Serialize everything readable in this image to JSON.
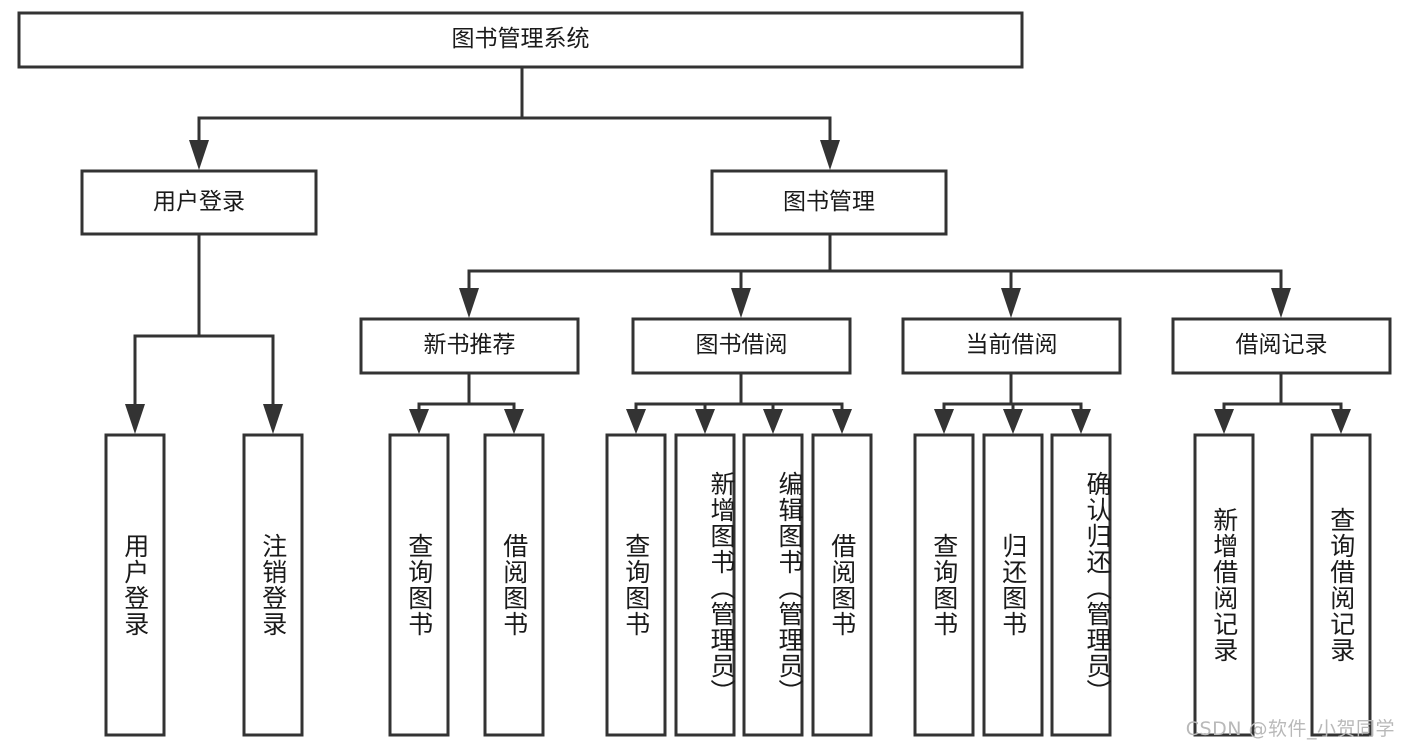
{
  "diagram": {
    "title": "图书管理系统",
    "watermark": "CSDN @软件_小贺同学",
    "accent_color": "#333333",
    "background_color": "#ffffff",
    "root": {
      "label": "图书管理系统"
    },
    "level2": [
      {
        "label": "用户登录"
      },
      {
        "label": "图书管理"
      }
    ],
    "level3": [
      {
        "label": "新书推荐"
      },
      {
        "label": "图书借阅"
      },
      {
        "label": "当前借阅"
      },
      {
        "label": "借阅记录"
      }
    ],
    "leaves": {
      "user_login": [
        {
          "label": "用户登录"
        },
        {
          "label": "注销登录"
        }
      ],
      "new_book_recommend": [
        {
          "label": "查询图书"
        },
        {
          "label": "借阅图书"
        }
      ],
      "book_borrow": [
        {
          "label": "查询图书"
        },
        {
          "label": "新增图书（管理员）"
        },
        {
          "label": "编辑图书（管理员）"
        },
        {
          "label": "借阅图书"
        }
      ],
      "current_borrow": [
        {
          "label": "查询图书"
        },
        {
          "label": "归还图书"
        },
        {
          "label": "确认归还（管理员）"
        }
      ],
      "borrow_record": [
        {
          "label": "新增借阅记录"
        },
        {
          "label": "查询借阅记录"
        }
      ]
    }
  }
}
